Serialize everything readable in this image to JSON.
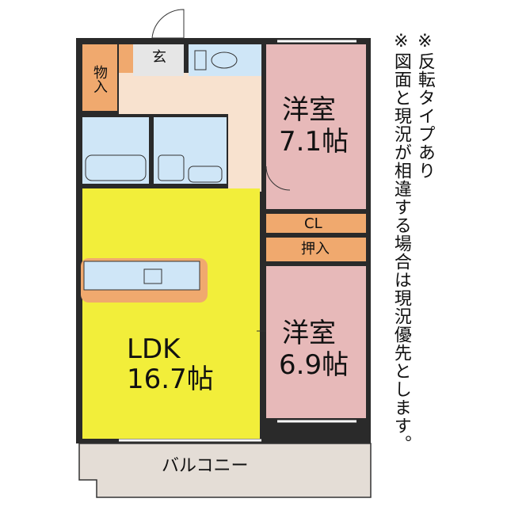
{
  "rooms": {
    "ldk": {
      "name": "LDK",
      "size": "16.7帖"
    },
    "western1": {
      "name": "洋室",
      "size": "7.1帖"
    },
    "western2": {
      "name": "洋室",
      "size": "6.9帖"
    },
    "closet": "CL",
    "oshiire": "押入",
    "entrance": "玄",
    "storage": "物入",
    "balcony": "バルコニー"
  },
  "notes": [
    "※反転タイプあり",
    "※図面と現況が相違する場合は現況優先とします。"
  ],
  "colors": {
    "ldk": "#f2ee3a",
    "western": "#e7b9b9",
    "hall": "#f8e2cf",
    "wet": "#cfe6f7",
    "closet": "#f0a96e",
    "balcony": "#e4ddd6",
    "wall": "#2a2a2a"
  }
}
